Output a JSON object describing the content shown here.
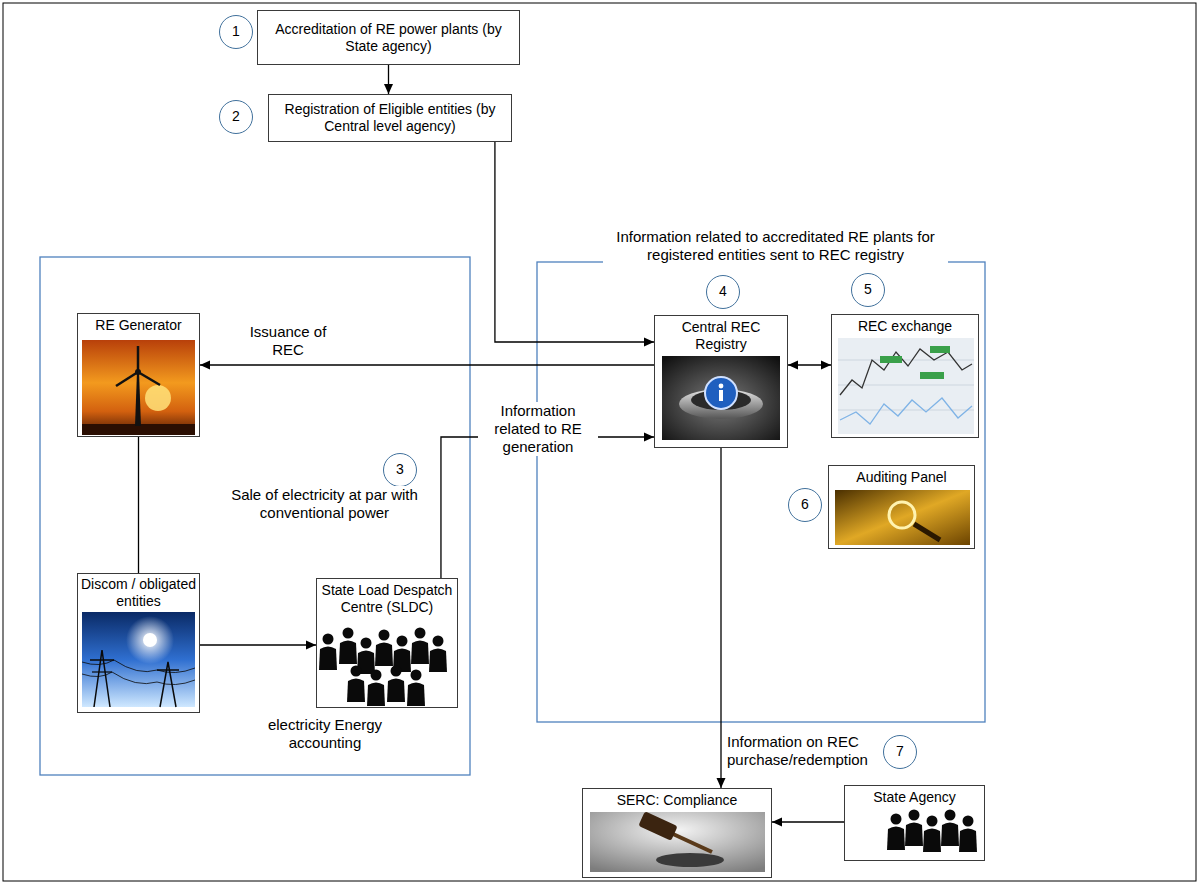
{
  "diagram": {
    "nodes": [
      {
        "text": [
          "Accreditation of RE power plants (by State agency)"
        ]
      },
      {
        "text": [
          "Registration of Eligible entities (by Central level agency)"
        ]
      },
      {
        "text": [
          "RE Generator"
        ]
      },
      {
        "text": [
          "Central REC Registry"
        ]
      },
      {
        "text": [
          "REC exchange"
        ]
      },
      {
        "text": [
          "Discom / obligated entities"
        ]
      },
      {
        "text": [
          "State Load Despatch Centre (SLDC)"
        ]
      },
      {
        "text": [
          "Auditing Panel"
        ]
      },
      {
        "text": [
          "SERC: Compliance"
        ]
      },
      {
        "text": [
          "State Agency"
        ]
      }
    ],
    "edges": [
      {
        "from": 0,
        "to": 1,
        "arrow": "to"
      },
      {
        "from": 1,
        "to": 3,
        "arrow": "to",
        "label": "Information related to accreditated RE plants for registered entities sent to REC registry"
      },
      {
        "from": 3,
        "to": 2,
        "arrow": "to",
        "label": "Issuance of REC"
      },
      {
        "from": 3,
        "to": 4,
        "arrow": "both"
      },
      {
        "from": 2,
        "to": 5,
        "arrow": "none",
        "label": "Sale of electricity at par with conventional power"
      },
      {
        "from": 5,
        "to": 6,
        "arrow": "to",
        "label": "electricity Energy accounting"
      },
      {
        "from": 6,
        "to": 3,
        "arrow": "to",
        "label": "Information related to RE generation"
      },
      {
        "from": 3,
        "to": 8,
        "arrow": "to",
        "label": "Information on REC purchase/redemption"
      },
      {
        "from": 9,
        "to": 8,
        "arrow": "to"
      }
    ],
    "labels": [
      "1",
      "2",
      "3",
      "4",
      "5",
      "6",
      "7"
    ]
  }
}
